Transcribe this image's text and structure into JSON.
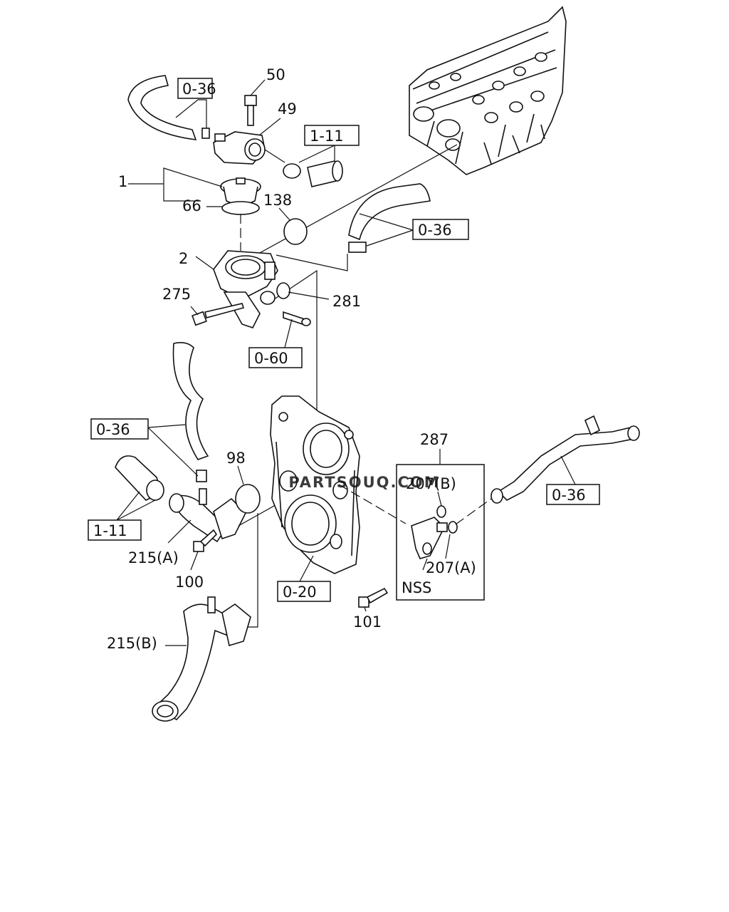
{
  "watermark": "PARTSOUQ.COM",
  "callouts": {
    "c1": "1",
    "c2": "2",
    "c49": "49",
    "c50": "50",
    "c66": "66",
    "c98": "98",
    "c100": "100",
    "c101": "101",
    "c138": "138",
    "c215a": "215(A)",
    "c215b": "215(B)",
    "c275": "275",
    "c281": "281",
    "c287": "287",
    "c207b": "207(B)",
    "c207a": "207(A)",
    "nss": "NSS"
  },
  "refs": {
    "r036_a": "0-36",
    "r036_b": "0-36",
    "r036_c": "0-36",
    "r036_d": "0-36",
    "r111_a": "1-11",
    "r111_b": "1-11",
    "r060": "0-60",
    "r020": "0-20"
  }
}
